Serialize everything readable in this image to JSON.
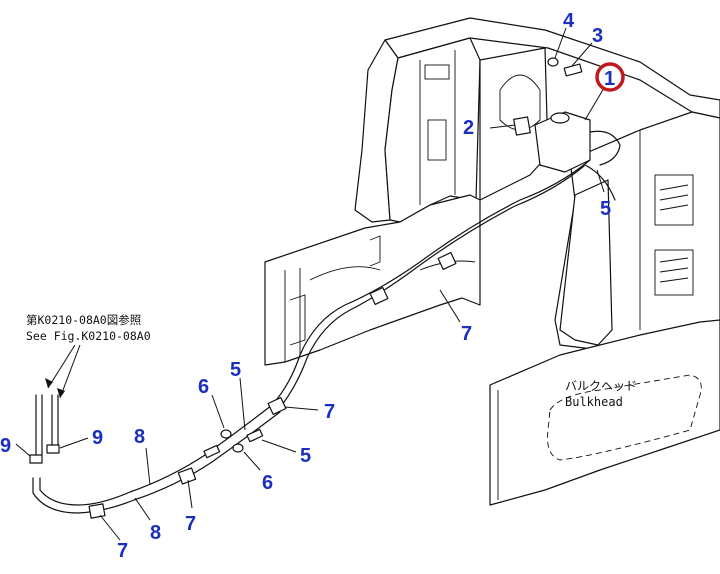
{
  "callouts": {
    "c1": "1",
    "c2": "2",
    "c3": "3",
    "c4": "4",
    "c5a": "5",
    "c5b": "5",
    "c5c": "5",
    "c6a": "6",
    "c6b": "6",
    "c7a": "7",
    "c7b": "7",
    "c7c": "7",
    "c7d": "7",
    "c8a": "8",
    "c8b": "8",
    "c9a": "9",
    "c9b": "9"
  },
  "reference": {
    "line1": "第K0210-08A0図参照",
    "line2": "See Fig.K0210-08A0"
  },
  "bulkhead": {
    "jp": "バルクヘッド",
    "en": "Bulkhead"
  },
  "colors": {
    "callout_text": "#1a2fbf",
    "highlight_ring": "#c0181f",
    "line": "#111111"
  }
}
